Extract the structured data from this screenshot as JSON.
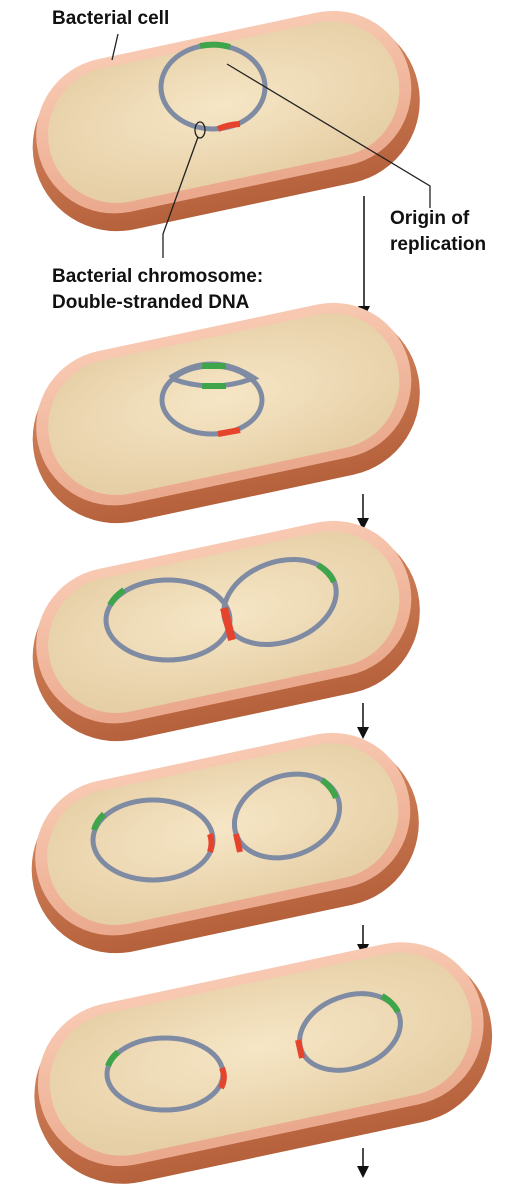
{
  "labels": {
    "bacterial_cell": "Bacterial cell",
    "origin_line1": "Origin of",
    "origin_line2": "replication",
    "chromosome_line1": "Bacterial chromosome:",
    "chromosome_line2": "Double-stranded DNA"
  },
  "colors": {
    "cell_outer": "#c9744c",
    "cell_wall": "#f3b9a0",
    "cytoplasm": "#efdcb8",
    "dna": "#7f8aa3",
    "origin": "#3fa54a",
    "terminus": "#e5432c",
    "leader": "#222222"
  },
  "stages": [
    {
      "step": 1,
      "description_hidden": false
    },
    {
      "step": 2,
      "description_hidden": false
    },
    {
      "step": 3,
      "description_hidden": false
    },
    {
      "step": 4,
      "description_hidden": false
    },
    {
      "step": 5,
      "description_hidden": false
    }
  ]
}
